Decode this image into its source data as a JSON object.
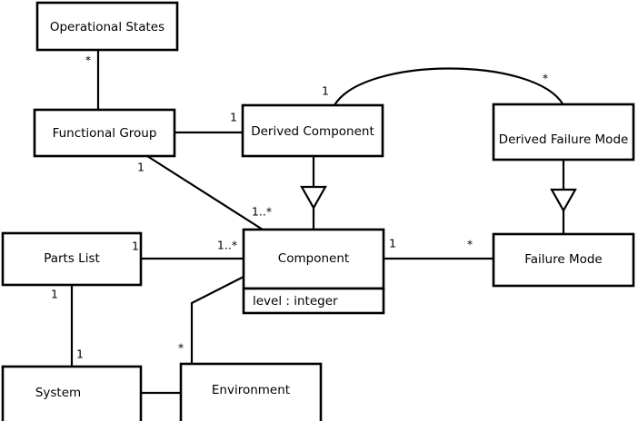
{
  "diagram": {
    "type": "uml-class-diagram",
    "background_color": "#ffffff",
    "line_color": "#000000",
    "classes": [
      {
        "id": "operational_states",
        "name": "Operational States",
        "attributes": []
      },
      {
        "id": "functional_group",
        "name": "Functional Group",
        "attributes": []
      },
      {
        "id": "derived_component",
        "name": "Derived Component",
        "attributes": []
      },
      {
        "id": "derived_failure_mode",
        "name": "Derived Failure Mode",
        "attributes": []
      },
      {
        "id": "parts_list",
        "name": "Parts List",
        "attributes": []
      },
      {
        "id": "component",
        "name": "Component",
        "attributes": [
          "level : integer"
        ]
      },
      {
        "id": "failure_mode",
        "name": "Failure Mode",
        "attributes": []
      },
      {
        "id": "system",
        "name": "System",
        "attributes": []
      },
      {
        "id": "environment",
        "name": "Environment",
        "attributes": []
      }
    ],
    "attribute_labels": {
      "component_level": "level : integer"
    },
    "multiplicities": {
      "operational_states_to_functional_group": "*",
      "functional_group_to_derived_component": "1",
      "functional_group_to_component": "1",
      "functional_group_component_far": "1..*",
      "derived_component_to_derived_failure_mode": "1",
      "derived_failure_mode_from_derived_component": "*",
      "parts_list_to_component_near": "1",
      "parts_list_to_component_far": "1..*",
      "parts_list_to_system": "1",
      "system_to_parts_list": "1",
      "component_to_failure_mode_near": "1",
      "component_to_failure_mode_far": "*",
      "environment_to_component": "*"
    },
    "relationships": [
      {
        "from": "operational_states",
        "to": "functional_group",
        "kind": "association",
        "from_mult": "*",
        "to_mult": ""
      },
      {
        "from": "functional_group",
        "to": "derived_component",
        "kind": "association",
        "from_mult": "",
        "to_mult": "1"
      },
      {
        "from": "functional_group",
        "to": "component",
        "kind": "association",
        "from_mult": "1",
        "to_mult": "1..*"
      },
      {
        "from": "derived_component",
        "to": "derived_failure_mode",
        "kind": "association",
        "from_mult": "1",
        "to_mult": "*"
      },
      {
        "from": "derived_component",
        "to": "component",
        "kind": "generalization",
        "from_mult": "",
        "to_mult": ""
      },
      {
        "from": "derived_failure_mode",
        "to": "failure_mode",
        "kind": "generalization",
        "from_mult": "",
        "to_mult": ""
      },
      {
        "from": "parts_list",
        "to": "component",
        "kind": "association",
        "from_mult": "1",
        "to_mult": "1..*"
      },
      {
        "from": "parts_list",
        "to": "system",
        "kind": "association",
        "from_mult": "1",
        "to_mult": "1"
      },
      {
        "from": "component",
        "to": "failure_mode",
        "kind": "association",
        "from_mult": "1",
        "to_mult": "*"
      },
      {
        "from": "environment",
        "to": "component",
        "kind": "association",
        "from_mult": "*",
        "to_mult": ""
      },
      {
        "from": "system",
        "to": "environment",
        "kind": "association",
        "from_mult": "",
        "to_mult": ""
      }
    ]
  }
}
